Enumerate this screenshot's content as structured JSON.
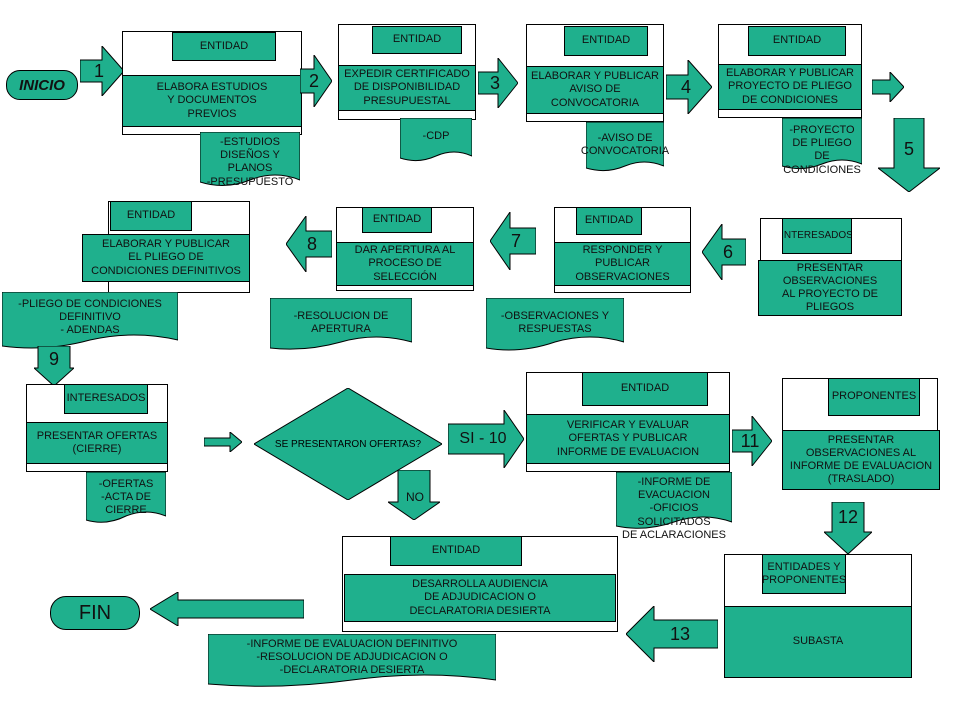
{
  "colors": {
    "fill": "#1fb08d",
    "stroke": "#000000"
  },
  "inicio": "INICIO",
  "fin": "FIN",
  "numbers": {
    "n1": "1",
    "n2": "2",
    "n3": "3",
    "n4": "4",
    "n5": "5",
    "n6": "6",
    "n7": "7",
    "n8": "8",
    "n9": "9",
    "si": "SI - 10",
    "no": "NO",
    "n11": "11",
    "n12": "12",
    "n13": "13"
  },
  "step1": {
    "tag": "ENTIDAD",
    "action": "ELABORA ESTUDIOS\nY DOCUMENTOS\nPREVIOS",
    "doc": "-ESTUDIOS\nDISEÑOS Y\nPLANOS\n-PRESUPUESTO"
  },
  "step2": {
    "tag": "ENTIDAD",
    "action": "EXPEDIR   CERTIFICADO\nDE DISPONIBILIDAD\nPRESUPUESTAL",
    "doc": "-CDP"
  },
  "step3": {
    "tag": "ENTIDAD",
    "action": "ELABORAR Y PUBLICAR\nAVISO DE\nCONVOCATORIA",
    "doc": "-AVISO DE\nCONVOCATORIA"
  },
  "step4": {
    "tag": "ENTIDAD",
    "action": "ELABORAR Y PUBLICAR\nPROYECTO  DE PLIEGO\nDE CONDICIONES",
    "doc": "-PROYECTO\nDE PLIEGO\nDE CONDICIONES"
  },
  "step5": {
    "tag": "INTERESADOS",
    "action": "PRESENTAR\nOBSERVACIONES\nAL PROYECTO  DE\nPLIEGOS"
  },
  "step6": {
    "tag": "ENTIDAD",
    "action": "RESPONDER Y\nPUBLICAR\nOBSERVACIONES",
    "doc": "-OBSERVACIONES Y\nRESPUESTAS"
  },
  "step7": {
    "tag": "ENTIDAD",
    "action": "DAR APERTURA AL\nPROCESO DE\nSELECCIÓN",
    "doc": "-RESOLUCION DE\nAPERTURA"
  },
  "step8": {
    "tag": "ENTIDAD",
    "action": "ELABORAR Y PUBLICAR\nEL PLIEGO DE\nCONDICIONES DEFINITIVOS",
    "doc": "-PLIEGO DE CONDICIONES\nDEFINITIVO\n- ADENDAS"
  },
  "step9": {
    "tag": "INTERESADOS",
    "action": "PRESENTAR OFERTAS\n(CIERRE)",
    "doc": "-OFERTAS\n-ACTA DE\nCIERRE"
  },
  "decision": "SE PRESENTARON OFERTAS?",
  "step10": {
    "tag": "ENTIDAD",
    "action": "VERIFICAR Y EVALUAR\nOFERTAS Y PUBLICAR\nINFORME DE EVALUACION",
    "doc": "-INFORME DE\nEVACUACION\n-OFICIOS SOLICITADOS\nDE ACLARACIONES"
  },
  "step11": {
    "tag": "PROPONENTES",
    "action": "PRESENTAR\nOBSERVACIONES AL\nINFORME  DE EVALUACION\n(TRASLADO)"
  },
  "step12": {
    "tag": "ENTIDADES Y\nPROPONENTES",
    "action": "SUBASTA"
  },
  "step13": {
    "tag": "ENTIDAD",
    "action": "DESARROLLA AUDIENCIA\nDE ADJUDICACION O\nDECLARATORIA DESIERTA",
    "doc": "-INFORME DE EVALUACION DEFINITIVO\n-RESOLUCION DE ADJUDICACION O\n-DECLARATORIA  DESIERTA"
  }
}
